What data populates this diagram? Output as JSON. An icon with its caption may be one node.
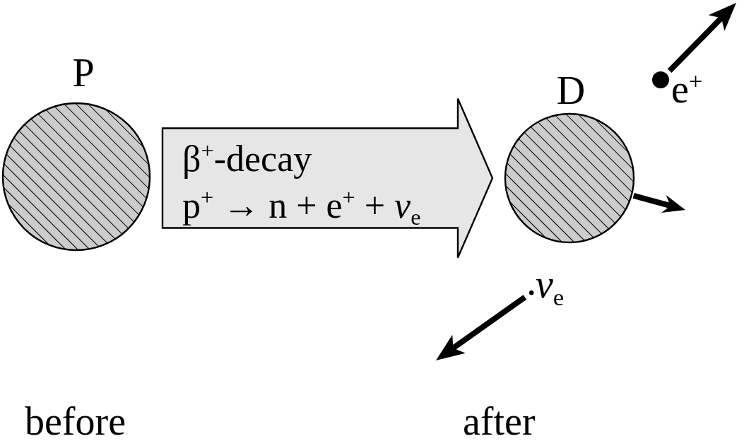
{
  "diagram": {
    "nodes": [
      {
        "text": [
          "P"
        ]
      },
      {
        "text": [
          "D"
        ]
      },
      {
        "text": [],
        "shape": "circle",
        "beside": [
          "e$^{+}$"
        ]
      },
      {
        "text": [],
        "shape": "circle",
        "beside": [
          "*ν*$_{e}$"
        ]
      }
    ],
    "edges": [
      {
        "from": 0,
        "to": 1,
        "arrow": "to",
        "label": "β$^{+}$-decay p$^{+}$ → n + e$^{+}$ + *ν*$_{e}$"
      },
      {
        "from": 2,
        "to": null,
        "arrow": "to"
      },
      {
        "from": 1,
        "to": null,
        "arrow": "to"
      },
      {
        "from": 3,
        "to": null,
        "arrow": "to"
      }
    ],
    "labels": [
      "before",
      "after"
    ]
  }
}
